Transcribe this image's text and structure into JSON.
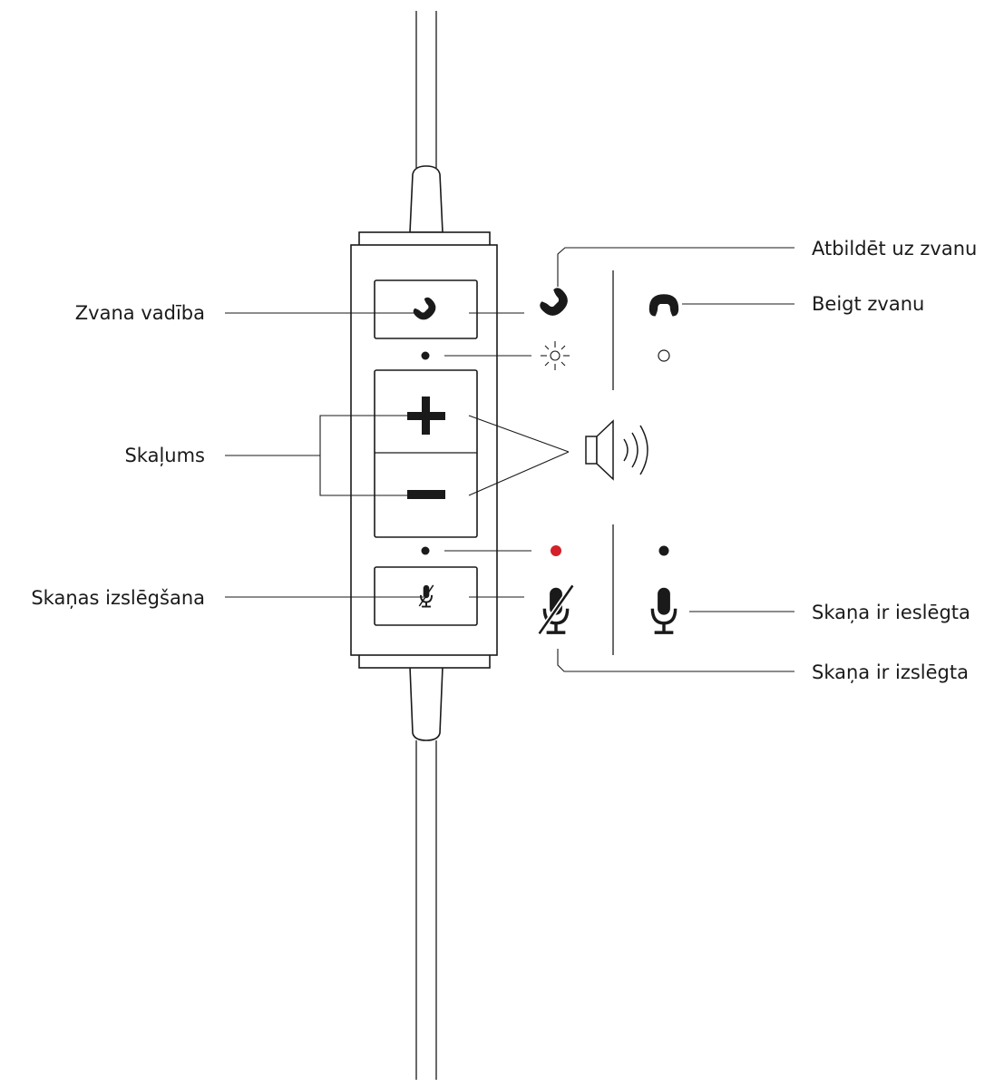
{
  "labels": {
    "call_control": "Zvana vadība",
    "volume": "Skaļums",
    "mute": "Skaņas izslēgšana",
    "answer_call": "Atbildēt uz zvanu",
    "end_call": "Beigt zvanu",
    "unmuted": "Skaņa ir ieslēgta",
    "muted": "Skaņa ir izslēgta"
  },
  "colors": {
    "line": "#1a1a1a",
    "mute_led": "#d4202a"
  },
  "icons": {
    "call_button": "phone-icon",
    "volume_up": "plus-icon",
    "volume_down": "minus-icon",
    "mute_button": "muted-mic-icon",
    "speaker": "speaker-icon"
  }
}
